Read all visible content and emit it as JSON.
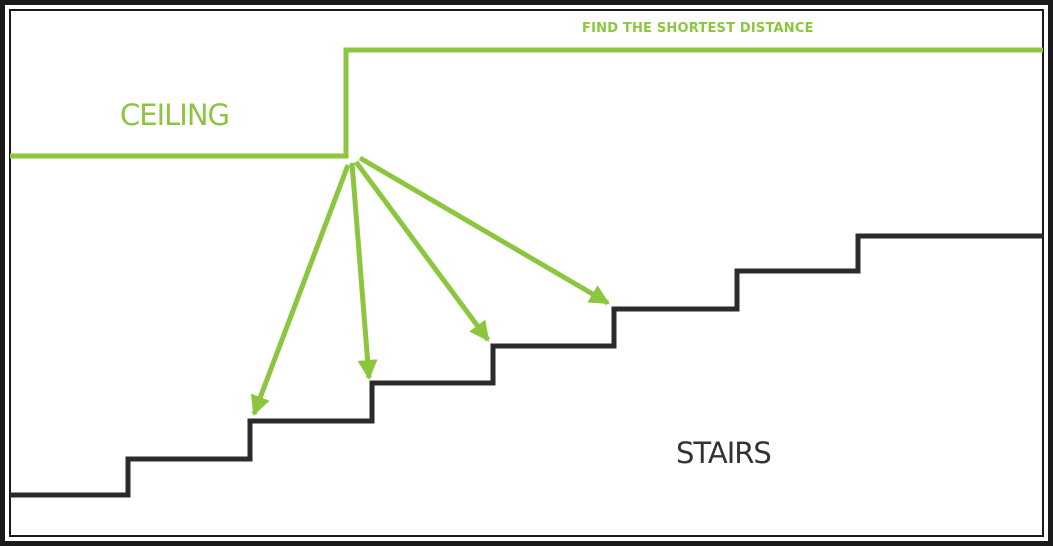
{
  "labels": {
    "title": "FIND THE SHORTEST DISTANCE",
    "ceiling": "CEILING",
    "stairs": "STAIRS"
  },
  "colors": {
    "background": "#ffffff",
    "border": "#1a1a1a",
    "ceiling": "#8cc63f",
    "arrows": "#8cc63f",
    "stairs": "#2b2b2b",
    "ceiling_text": "#8cc63f",
    "title_text": "#8cc63f",
    "stairs_text": "#333333"
  },
  "diagram": {
    "arrow_count": 4,
    "stair_step_count": 8
  }
}
